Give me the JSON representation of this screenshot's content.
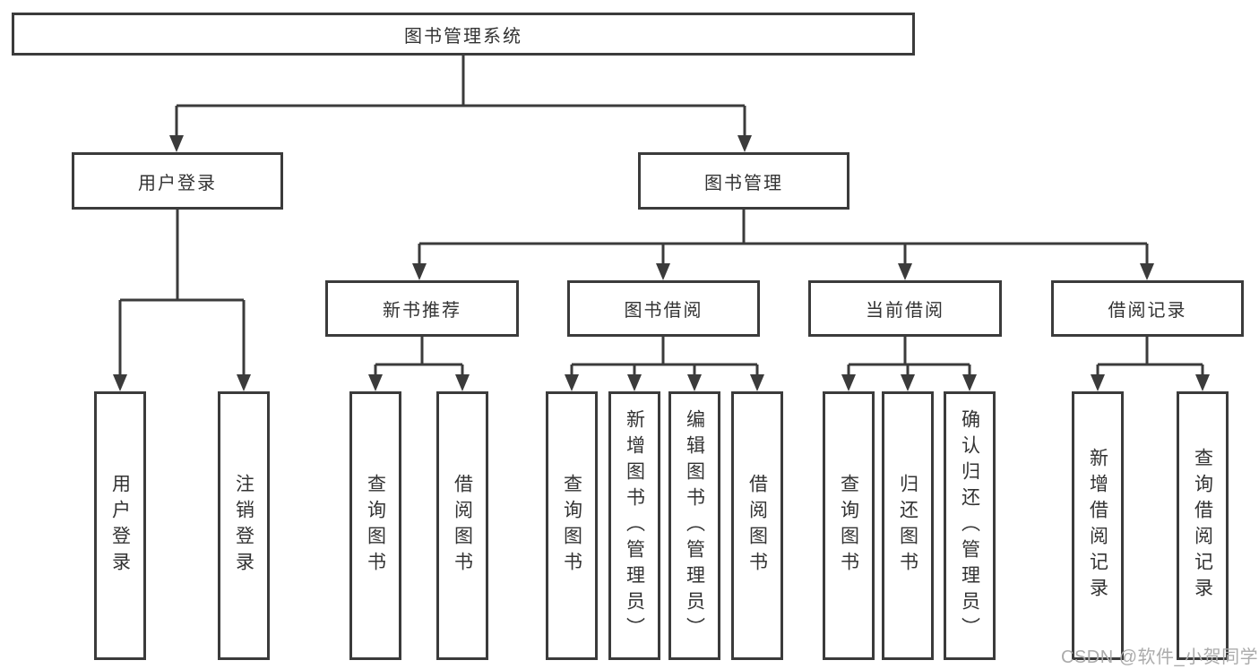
{
  "diagram": {
    "root": "图书管理系统",
    "user_login": {
      "label": "用户登录",
      "children": [
        "用户登录",
        "注销登录"
      ]
    },
    "book_management": {
      "label": "图书管理",
      "new_books": {
        "label": "新书推荐",
        "children": [
          "查询图书",
          "借阅图书"
        ]
      },
      "book_borrow": {
        "label": "图书借阅",
        "children": [
          "查询图书",
          "新增图书（管理员）",
          "编辑图书（管理员）",
          "借阅图书"
        ]
      },
      "current_borrow": {
        "label": "当前借阅",
        "children": [
          "查询图书",
          "归还图书",
          "确认归还（管理员）"
        ]
      },
      "borrow_records": {
        "label": "借阅记录",
        "children": [
          "新增借阅记录",
          "查询借阅记录"
        ]
      }
    },
    "watermark": "CSDN @软件_小贺同学"
  },
  "colors": {
    "line": "#3b3b3b",
    "text": "#333333",
    "watermark": "#ababab",
    "background": "#ffffff"
  }
}
